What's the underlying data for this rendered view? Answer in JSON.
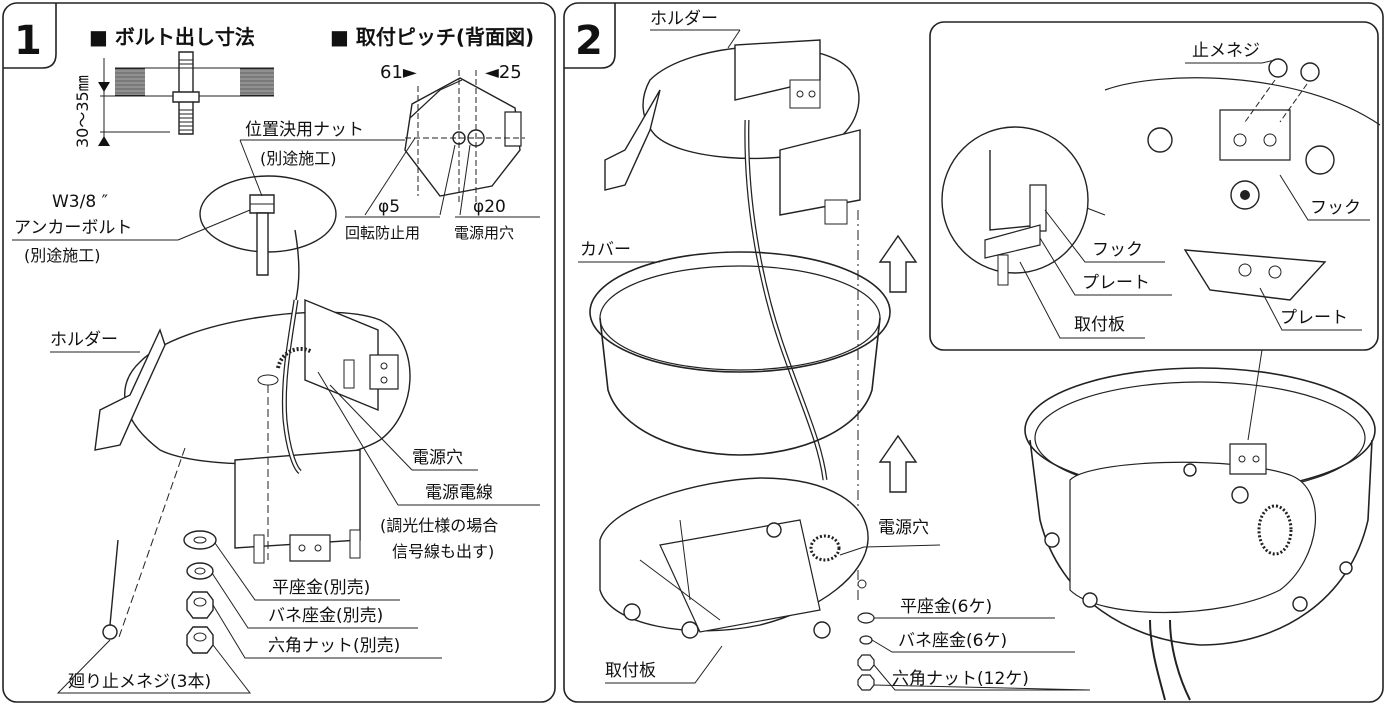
{
  "panel1": {
    "number": "1",
    "heading_bolt": "■ ボルト出し寸法",
    "heading_pitch": "■ 取付ピッチ(背面図)",
    "dim_range": "30〜35㎜",
    "dim_61": "61►",
    "dim_25": "◄25",
    "phi5": "φ5",
    "phi5_label": "回転防止用",
    "phi20": "φ20",
    "phi20_label": "電源用穴",
    "nut_label": "位置決用ナット",
    "nut_sub": "(別途施工)",
    "bolt_label_1": "W3/8 ″",
    "bolt_label_2": "アンカーボルト",
    "bolt_sub": "(別途施工)",
    "holder": "ホルダー",
    "power_hole": "電源穴",
    "power_wire": "電源電線",
    "dimmer_note_1": "(調光仕様の場合",
    "dimmer_note_2": "信号線も出す)",
    "flat_washer": "平座金(別売)",
    "spring_washer": "バネ座金(別売)",
    "hex_nut": "六角ナット(別売)",
    "screw": "廻り止メネジ(3本)"
  },
  "panel2": {
    "number": "2",
    "holder": "ホルダー",
    "cover": "カバー",
    "power_hole": "電源穴",
    "mount_plate": "取付板",
    "flat_washer": "平座金(6ケ)",
    "spring_washer": "バネ座金(6ケ)",
    "hex_nut": "六角ナット(12ケ)",
    "inset": {
      "stop_screw": "止メネジ",
      "hook_right": "フック",
      "hook": "フック",
      "plate": "プレート",
      "mount_plate": "取付板",
      "plate_right": "プレート"
    }
  }
}
